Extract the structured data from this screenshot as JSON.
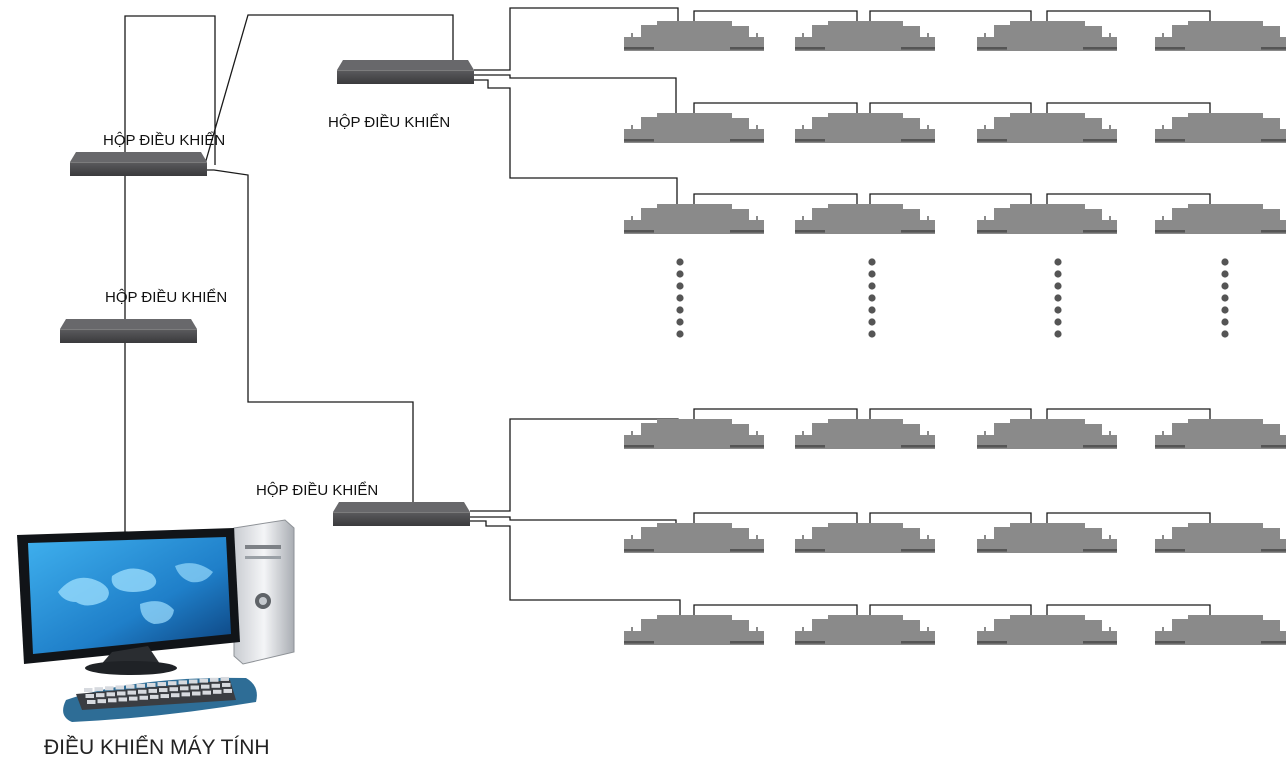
{
  "controllers": [
    {
      "label": "HỘP ĐIỀU KHIỂN"
    },
    {
      "label": "HỘP ĐIỀU KHIỂN"
    },
    {
      "label": "HỘP ĐIỀU KHIỂN"
    },
    {
      "label": "HỘP ĐIỀU KHIỂN"
    }
  ],
  "computer": {
    "label": "ĐIỀU KHIỂN MÁY TÍNH"
  },
  "colors": {
    "wire": "#1a1a1a",
    "box": "#4a4a4c",
    "device": "#8a8a8a",
    "device_shadow": "#555555",
    "continuation_dot": "#555555",
    "monitor_screen": "#1f7fc9"
  },
  "groups": [
    {
      "rows": 3,
      "columns": 4,
      "continues": true
    },
    {
      "rows": 3,
      "columns": 4,
      "continues": false
    }
  ]
}
